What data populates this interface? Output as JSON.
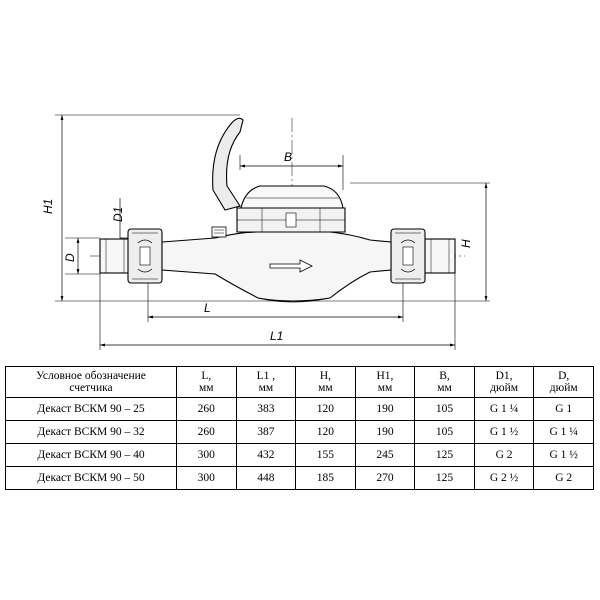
{
  "drawing": {
    "dimensions": {
      "H1": "H1",
      "B": "B",
      "D1": "D1",
      "D": "D",
      "H": "H",
      "L": "L",
      "L1": "L1"
    }
  },
  "table": {
    "headers": [
      {
        "line1": "Условное обозначение",
        "line2": "счетчика"
      },
      {
        "line1": "L,",
        "line2": "мм"
      },
      {
        "line1": "L1 ,",
        "line2": "мм"
      },
      {
        "line1": "H,",
        "line2": "мм"
      },
      {
        "line1": "H1,",
        "line2": "мм"
      },
      {
        "line1": "B,",
        "line2": "мм"
      },
      {
        "line1": "D1,",
        "line2": "дюйм"
      },
      {
        "line1": "D,",
        "line2": "дюйм"
      }
    ],
    "rows": [
      [
        "Декаст ВСКМ 90 – 25",
        "260",
        "383",
        "120",
        "190",
        "105",
        "G 1 ¼",
        "G 1"
      ],
      [
        "Декаст ВСКМ 90 – 32",
        "260",
        "387",
        "120",
        "190",
        "105",
        "G 1 ½",
        "G 1 ¼"
      ],
      [
        "Декаст ВСКМ 90 – 40",
        "300",
        "432",
        "155",
        "245",
        "125",
        "G 2",
        "G 1 ½"
      ],
      [
        "Декаст ВСКМ 90 – 50",
        "300",
        "448",
        "185",
        "270",
        "125",
        "G 2 ½",
        "G 2"
      ]
    ]
  }
}
